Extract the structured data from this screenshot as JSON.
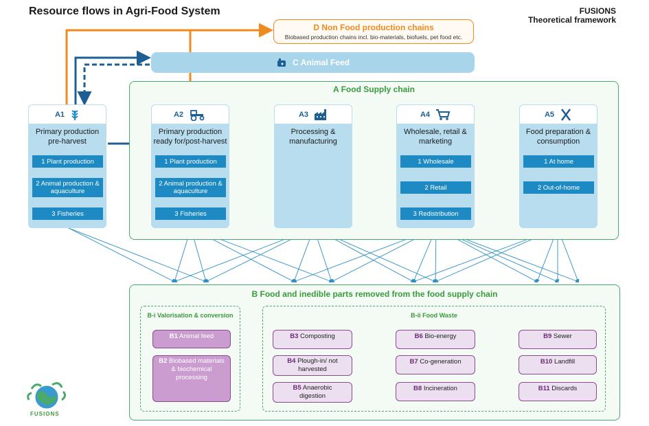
{
  "header": {
    "title": "Resource flows in Agri-Food System",
    "brand_line1": "FUSIONS",
    "brand_line2": "Theoretical framework"
  },
  "d_box": {
    "title": "D Non Food production chains",
    "subtitle": "Biobased production chains incl. bio-materials, biofuels, pet food etc."
  },
  "c_bar": {
    "label": "C Animal Feed"
  },
  "a_panel": {
    "title": "A Food Supply chain"
  },
  "stages": [
    {
      "code": "A1",
      "icon": "wheat-icon",
      "name": "Primary production pre-harvest",
      "subs": [
        "1 Plant production",
        "2 Animal production & aquaculture",
        "3 Fisheries"
      ]
    },
    {
      "code": "A2",
      "icon": "tractor-icon",
      "name": "Primary production ready for/post-harvest",
      "subs": [
        "1 Plant production",
        "2 Animal production & aquaculture",
        "3 Fisheries"
      ]
    },
    {
      "code": "A3",
      "icon": "factory-icon",
      "name": "Processing & manufacturing",
      "subs": []
    },
    {
      "code": "A4",
      "icon": "cart-icon",
      "name": "Wholesale, retail & marketing",
      "subs": [
        "1 Wholesale",
        "2 Retail",
        "3 Redistribution"
      ]
    },
    {
      "code": "A5",
      "icon": "fork-knife-icon",
      "name": "Food preparation & consumption",
      "subs": [
        "1 At home",
        "2 Out-of-home"
      ]
    }
  ],
  "b_panel": {
    "title": "B Food and inedible parts removed from the food supply chain",
    "valorisation_title": "B-i Valorisation & conversion",
    "waste_title": "B-ii Food Waste",
    "valorisation": [
      {
        "code": "B1",
        "label": "Animal feed"
      },
      {
        "code": "B2",
        "label": "Biobased materials & biochemical processing"
      }
    ],
    "waste": [
      {
        "code": "B3",
        "label": "Composting"
      },
      {
        "code": "B6",
        "label": "Bio-energy"
      },
      {
        "code": "B9",
        "label": "Sewer"
      },
      {
        "code": "B4",
        "label": "Plough-in/ not harvested"
      },
      {
        "code": "B7",
        "label": "Co-generation"
      },
      {
        "code": "B10",
        "label": "Landfill"
      },
      {
        "code": "B5",
        "label": "Anaerobic digestion"
      },
      {
        "code": "B8",
        "label": "Incineration"
      },
      {
        "code": "B11",
        "label": "Discards"
      }
    ]
  },
  "logo": {
    "text": "FUSIONS"
  },
  "colors": {
    "orange": "#ef8a1e",
    "dark_blue": "#1d5f94",
    "light_blue": "#b8ddef",
    "mid_blue": "#1d8ac4",
    "green": "#4aa96c",
    "purple": "#8a4a92"
  }
}
